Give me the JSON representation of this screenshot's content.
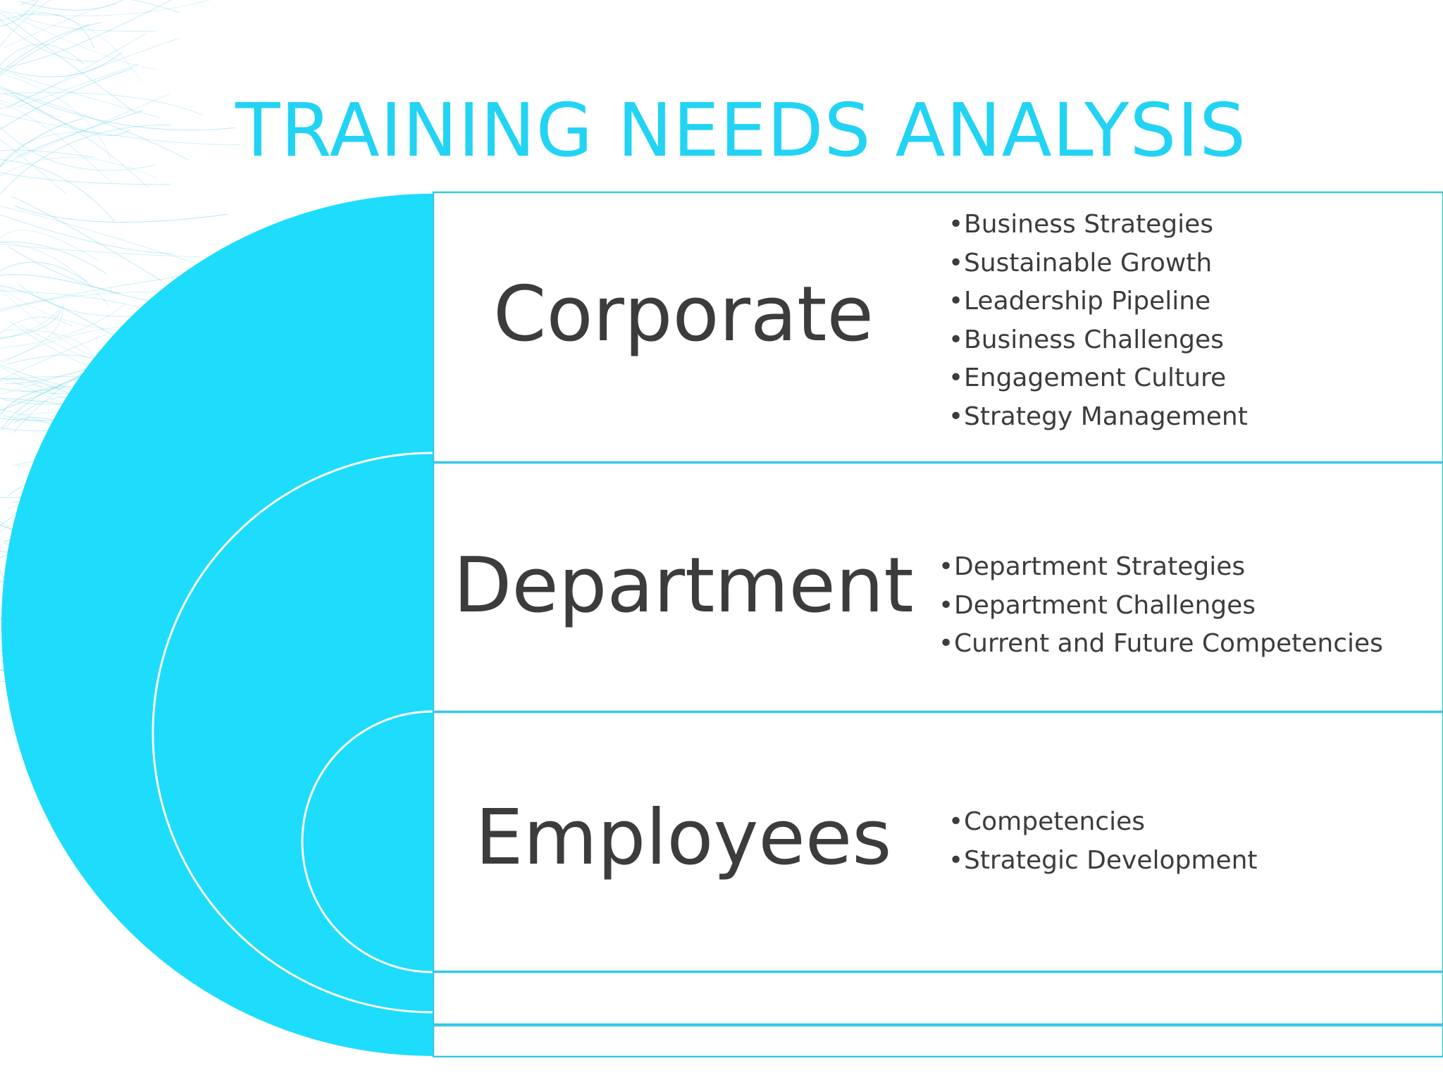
{
  "title": "TRAINING NEEDS ANALYSIS",
  "colors": {
    "accent": "#1EDCFB",
    "title": "#22D3F4",
    "text": "#3C3C3C",
    "box_border": "#35C9E6",
    "texture": "#7FD9EE"
  },
  "levels": [
    {
      "label": "Corporate",
      "items": [
        "Business Strategies",
        "Sustainable Growth",
        "Leadership Pipeline",
        "Business Challenges",
        "Engagement Culture",
        "Strategy Management"
      ]
    },
    {
      "label": "Department",
      "items": [
        "Department Strategies",
        "Department Challenges",
        "Current and Future Competencies"
      ]
    },
    {
      "label": "Employees",
      "items": [
        "Competencies",
        "Strategic Development"
      ]
    }
  ]
}
